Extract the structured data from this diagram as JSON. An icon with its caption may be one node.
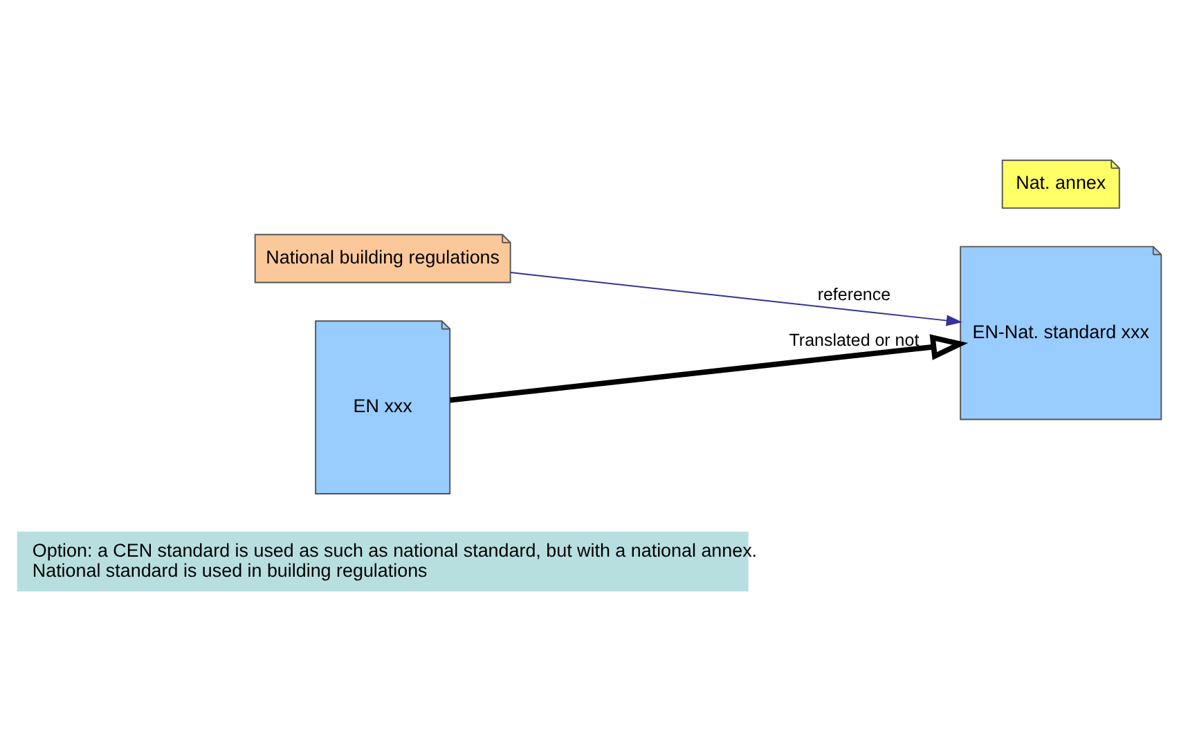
{
  "diagram": {
    "nodes": [
      {
        "text": [
          "Option: a CEN standard is used as such as national standard, but with a national annex.",
          "National standard is used in building regulations"
        ]
      },
      {
        "text": [
          "National building regulations"
        ]
      },
      {
        "text": [
          "EN xxx"
        ]
      },
      {
        "text": [
          "EN-Nat. standard xxx"
        ]
      },
      {
        "text": [
          "Nat. annex"
        ]
      }
    ],
    "edges": [
      {
        "from": 2,
        "to": 3,
        "arrow": "to",
        "label": "Translated or not",
        "style": "thick"
      },
      {
        "from": 1,
        "to": 3,
        "arrow": "to",
        "label": "reference",
        "color": "#333399"
      }
    ]
  }
}
